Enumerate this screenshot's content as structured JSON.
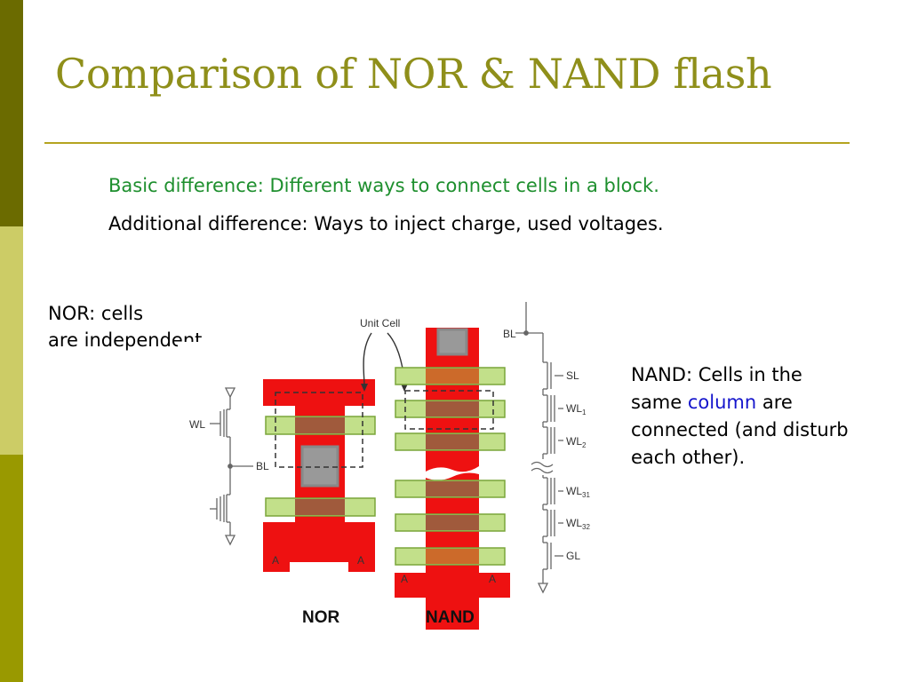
{
  "title": "Comparison of NOR & NAND flash",
  "line1": "Basic difference: Different ways to connect cells in a block.",
  "line2": "Additional difference: Ways to inject charge, used voltages.",
  "nor_caption": {
    "line1": "NOR: cells",
    "line2": "are independent"
  },
  "nand_caption": {
    "line1": "NAND: Cells in the",
    "line2_pre": "same ",
    "line2_highlight": "column",
    "line2_post": " are",
    "line3": "connected (and disturb",
    "line4": "each other)."
  },
  "diagram": {
    "unit_cell": "Unit Cell",
    "nor_label": "NOR",
    "nand_label": "NAND",
    "nor_wl": "WL",
    "nor_bl": "BL",
    "nand_bl": "BL",
    "nand_sl": "SL",
    "nand_wl1": "WL",
    "nand_wl1_sub": "1",
    "nand_wl2": "WL",
    "nand_wl2_sub": "2",
    "nand_wl31": "WL",
    "nand_wl31_sub": "31",
    "nand_wl32": "WL",
    "nand_wl32_sub": "32",
    "nand_gl": "GL",
    "a_label": "A"
  },
  "colors": {
    "red": "#ee1111",
    "green": "#c2e08a",
    "brown": "#a05a3c",
    "gray": "#999999",
    "title": "#8f8f1a",
    "accent_green": "#1e8f2e"
  }
}
